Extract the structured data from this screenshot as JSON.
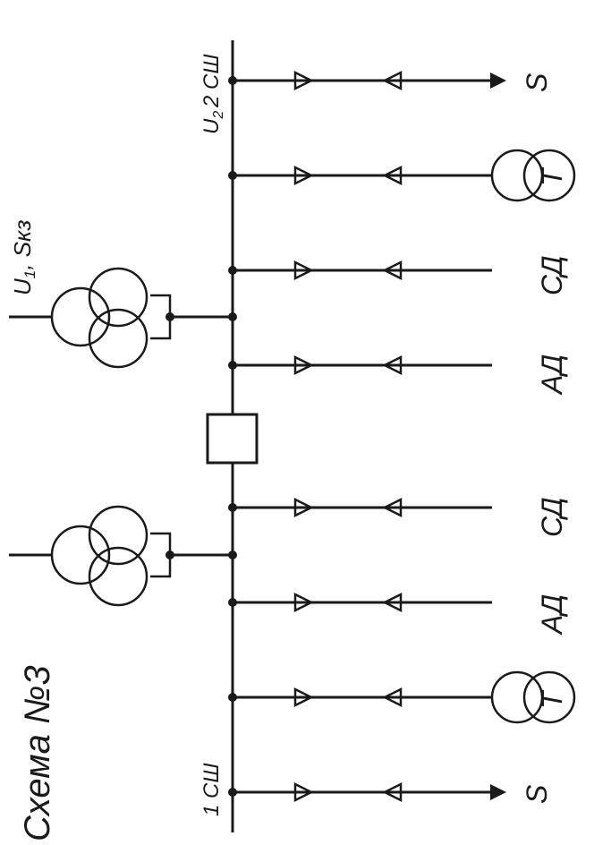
{
  "title": "Схема №3",
  "bus1_label": "1 СШ",
  "bus2_label": "2 СШ",
  "u1": "U",
  "u1_sub": "1",
  "u1_rest": ", Sкз",
  "u2": "U",
  "u2_sub": "2",
  "feeders_left": [
    {
      "label": "S"
    },
    {
      "label": "T"
    },
    {
      "label": "АД"
    },
    {
      "label": "СД"
    }
  ],
  "feeders_right": [
    {
      "label": "АД"
    },
    {
      "label": "СД"
    },
    {
      "label": "T"
    },
    {
      "label": "S"
    }
  ],
  "colors": {
    "ink": "#1a1a1a",
    "background": "#ffffff"
  }
}
